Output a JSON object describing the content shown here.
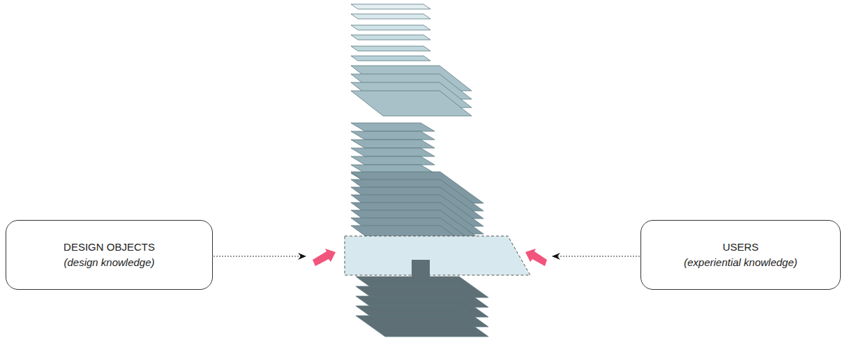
{
  "diagram": {
    "nodes": [
      {
        "text": [
          "DESIGN OBJECTS",
          "(design knowledge)"
        ]
      },
      {
        "text": [
          "USERS",
          "(experiential knowledge)"
        ]
      }
    ]
  }
}
